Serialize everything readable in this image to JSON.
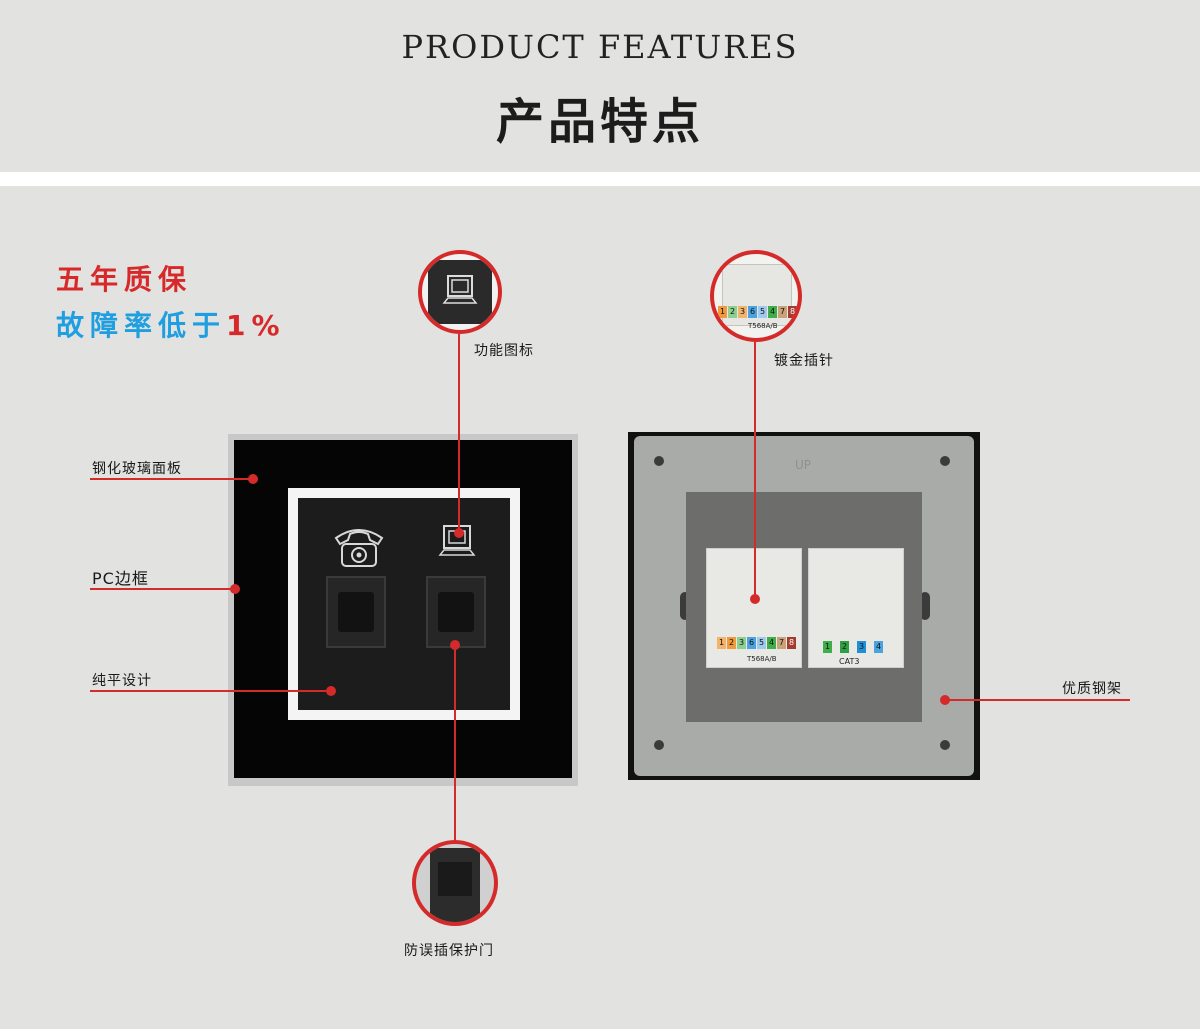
{
  "header": {
    "title_en": "PRODUCT FEATURES",
    "title_cn": "产品特点"
  },
  "badges": {
    "warranty": "五年质保",
    "failure_prefix": "故障率低于",
    "failure_value": "1%"
  },
  "callouts": {
    "glass_panel": "钢化玻璃面板",
    "pc_frame": "PC边框",
    "flat_design": "纯平设计",
    "function_icon": "功能图标",
    "shutter_door": "防误插保护门",
    "gold_pins": "镀金插针",
    "steel_frame": "优质钢架"
  },
  "back_module": {
    "left_code": "T568A/B",
    "right_code": "CAT3",
    "up_mark": "UP",
    "pin_numbers": [
      "1",
      "2",
      "3",
      "6",
      "5",
      "4",
      "7",
      "8"
    ],
    "cat3_pins": [
      "1",
      "2",
      "3",
      "4"
    ]
  },
  "colors": {
    "accent": "#d42a2a",
    "blue": "#1f9fe0",
    "background": "#e2e2e0"
  }
}
